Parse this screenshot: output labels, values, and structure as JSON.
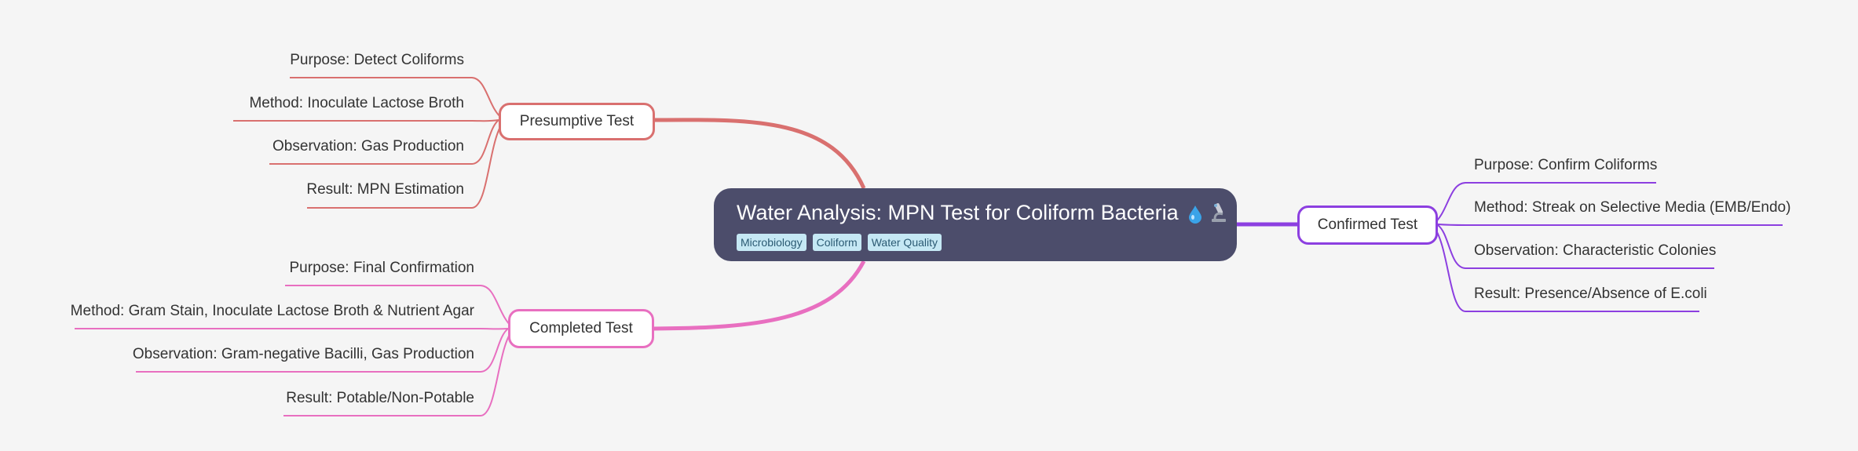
{
  "root": {
    "title": "Water Analysis: MPN Test for Coliform Bacteria",
    "emojis": [
      "water-drop-icon",
      "microscope-icon"
    ],
    "tags": [
      "Microbiology",
      "Coliform",
      "Water Quality"
    ]
  },
  "branches": {
    "presumptive": {
      "label": "Presumptive Test",
      "color": "#d9706f",
      "leaves": [
        "Purpose: Detect Coliforms",
        "Method: Inoculate Lactose Broth",
        "Observation: Gas Production",
        "Result: MPN Estimation"
      ]
    },
    "completed": {
      "label": "Completed Test",
      "color": "#e86fc0",
      "leaves": [
        "Purpose: Final Confirmation",
        "Method: Gram Stain, Inoculate Lactose Broth & Nutrient Agar",
        "Observation: Gram-negative Bacilli, Gas Production",
        "Result: Potable/Non-Potable"
      ]
    },
    "confirmed": {
      "label": "Confirmed Test",
      "color": "#8c3fe0",
      "leaves": [
        "Purpose: Confirm Coliforms",
        "Method: Streak on Selective Media (EMB/Endo)",
        "Observation: Characteristic Colonies",
        "Result: Presence/Absence of E.coli"
      ]
    }
  }
}
